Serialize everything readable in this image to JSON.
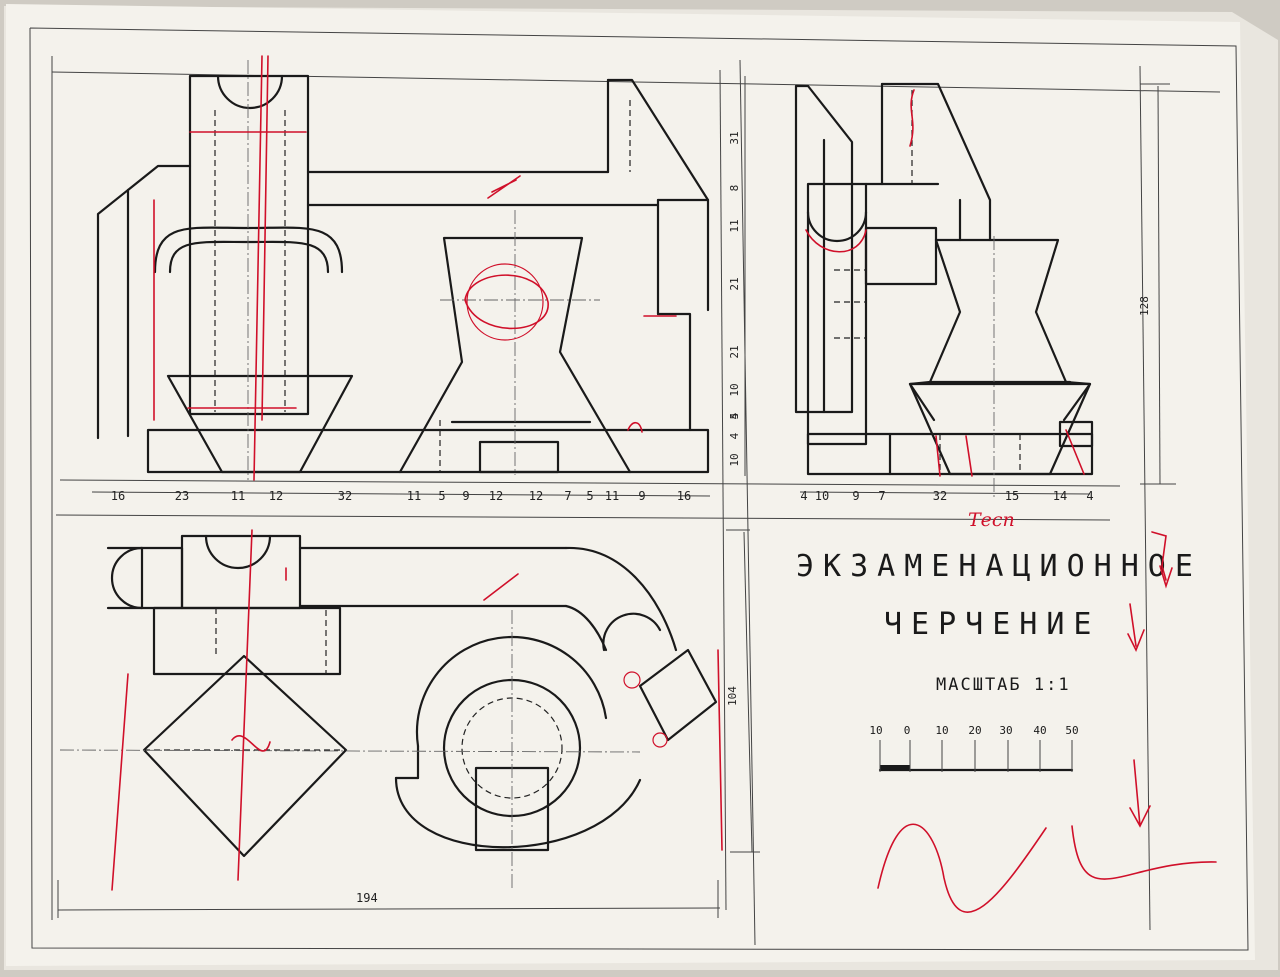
{
  "title": {
    "line1": "ЭКЗАМЕНАЦИОННОЕ",
    "line2": "ЧЕРЧЕНИЕ",
    "scale_label": "МАСШТАБ 1:1"
  },
  "annotation_red": "Тесп",
  "scale_bar": {
    "labels": [
      "10",
      "0",
      "10",
      "20",
      "30",
      "40",
      "50"
    ]
  },
  "dims": {
    "front_bottom": [
      "16",
      "23",
      "11",
      "12",
      "32",
      "11",
      "5",
      "9",
      "12",
      "12",
      "7",
      "5",
      "11",
      "9",
      "16"
    ],
    "front_right": [
      "31",
      "8",
      "11",
      "21",
      "21",
      "10",
      "4",
      "4",
      "5",
      "10"
    ],
    "side_bottom": [
      "4",
      "10",
      "9",
      "7",
      "32",
      "15",
      "14",
      "4"
    ],
    "side_height": "128",
    "top_right": "104",
    "overall_width": "194"
  },
  "colors": {
    "paper": "#f4f2ec",
    "ink": "#1a1a1a",
    "correction": "#d0102a"
  }
}
